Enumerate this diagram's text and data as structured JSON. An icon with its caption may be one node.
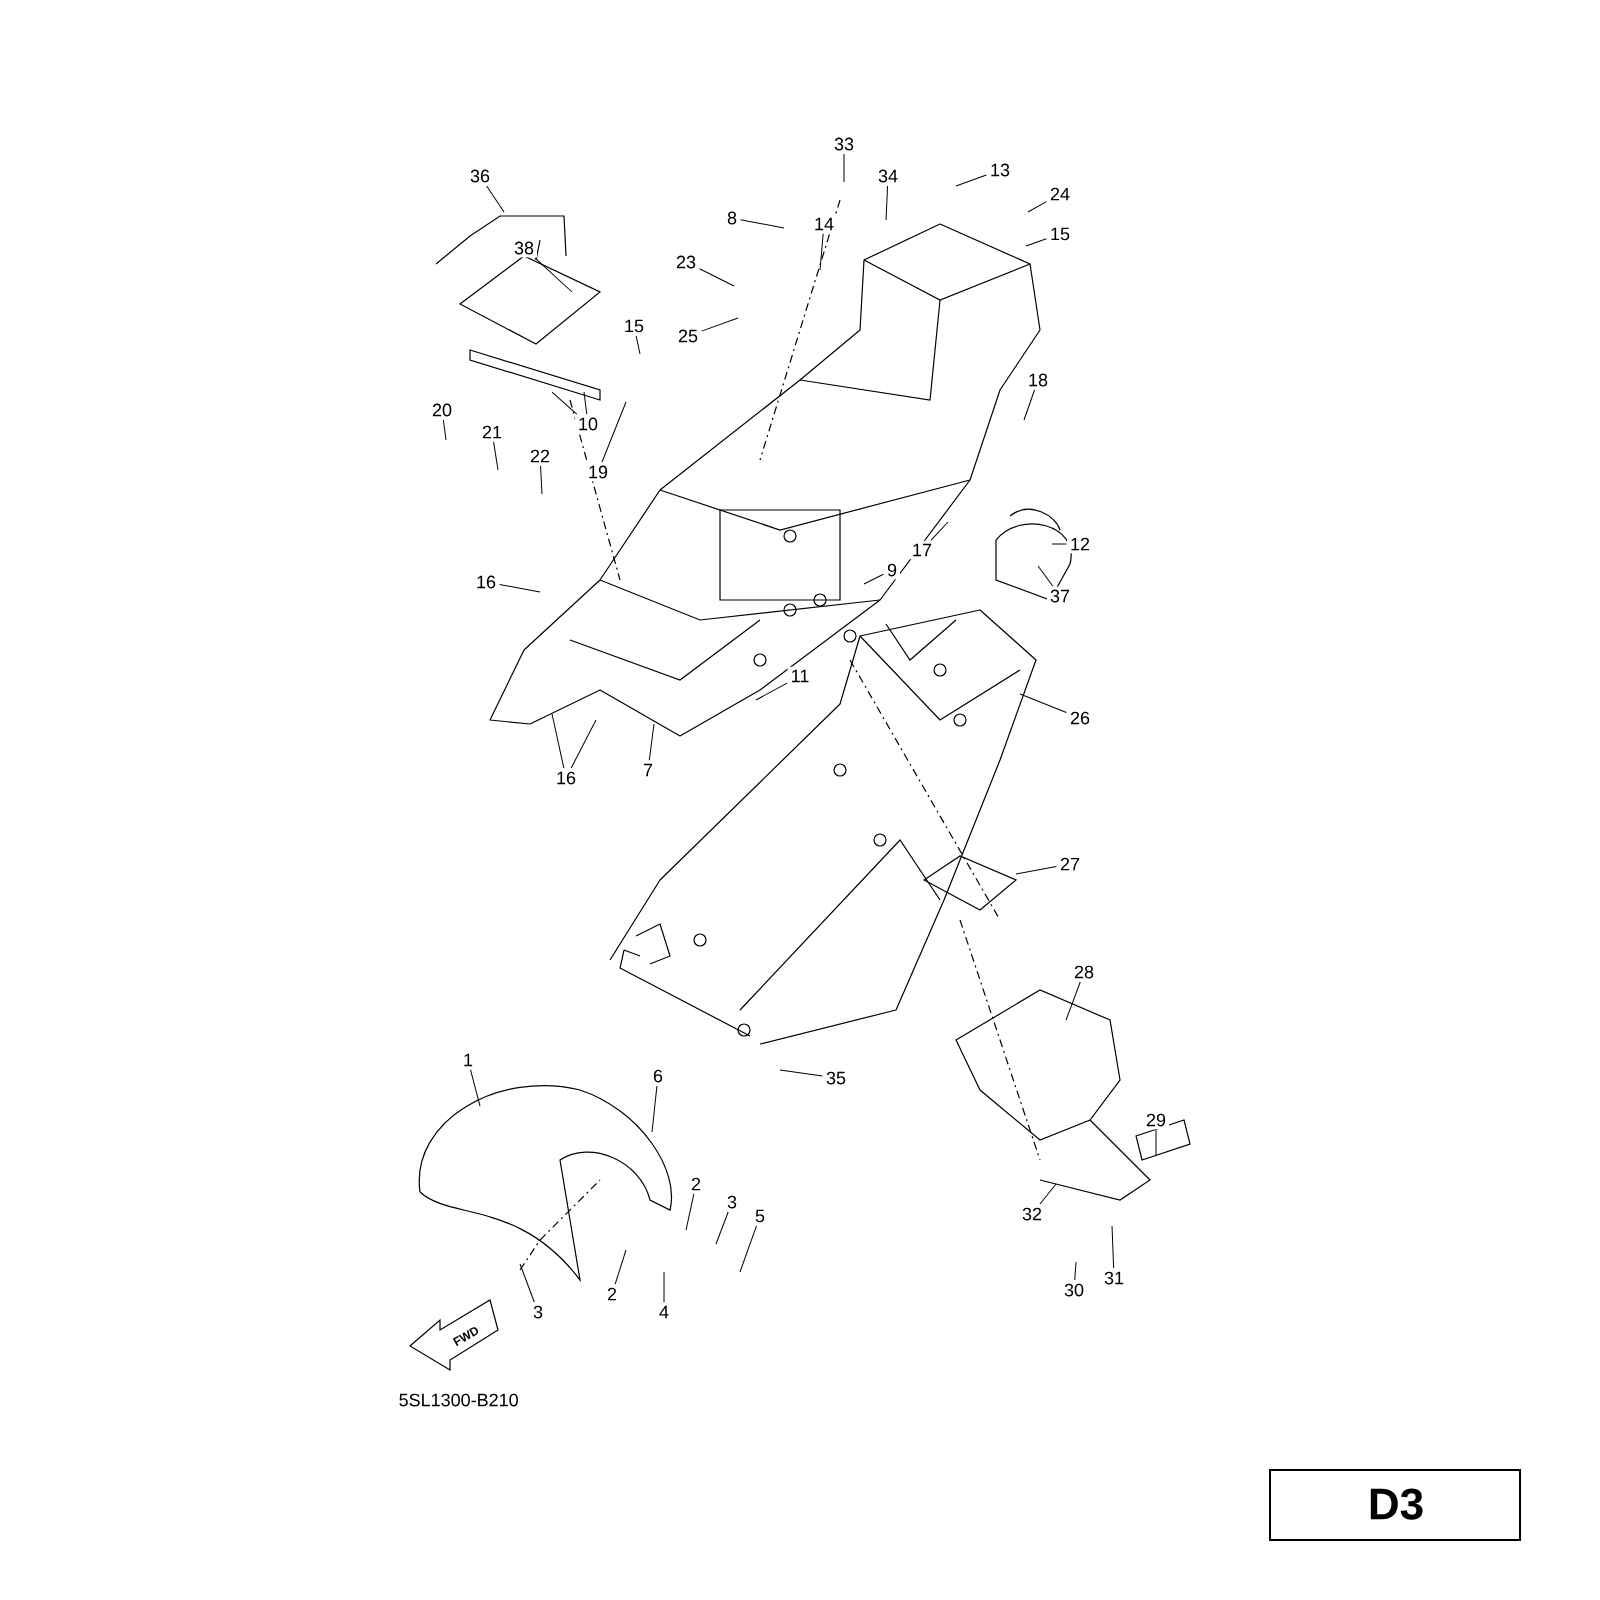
{
  "diagram": {
    "nodes": [
      {
        "text": [
          "33"
        ]
      },
      {
        "text": [
          "13"
        ]
      },
      {
        "text": [
          "36"
        ]
      },
      {
        "text": [
          "34"
        ]
      },
      {
        "text": [
          "24"
        ]
      },
      {
        "text": [
          "8"
        ]
      },
      {
        "text": [
          "14"
        ]
      },
      {
        "text": [
          "15"
        ]
      },
      {
        "text": [
          "38"
        ]
      },
      {
        "text": [
          "23"
        ]
      },
      {
        "text": [
          "15"
        ]
      },
      {
        "text": [
          "25"
        ]
      },
      {
        "text": [
          "18"
        ]
      },
      {
        "text": [
          "20"
        ]
      },
      {
        "text": [
          "10"
        ]
      },
      {
        "text": [
          "21"
        ]
      },
      {
        "text": [
          "22"
        ]
      },
      {
        "text": [
          "19"
        ]
      },
      {
        "text": [
          "12"
        ]
      },
      {
        "text": [
          "17"
        ]
      },
      {
        "text": [
          "9"
        ]
      },
      {
        "text": [
          "16"
        ]
      },
      {
        "text": [
          "37"
        ]
      },
      {
        "text": [
          "11"
        ]
      },
      {
        "text": [
          "26"
        ]
      },
      {
        "text": [
          "7"
        ]
      },
      {
        "text": [
          "16"
        ]
      },
      {
        "text": [
          "27"
        ]
      },
      {
        "text": [
          "28"
        ]
      },
      {
        "text": [
          "1"
        ]
      },
      {
        "text": [
          "6"
        ]
      },
      {
        "text": [
          "35"
        ]
      },
      {
        "text": [
          "29"
        ]
      },
      {
        "text": [
          "2"
        ]
      },
      {
        "text": [
          "3"
        ]
      },
      {
        "text": [
          "32"
        ]
      },
      {
        "text": [
          "5"
        ]
      },
      {
        "text": [
          "31"
        ]
      },
      {
        "text": [
          "30"
        ]
      },
      {
        "text": [
          "2"
        ]
      },
      {
        "text": [
          "4"
        ]
      },
      {
        "text": [
          "3"
        ]
      }
    ],
    "edges": [
      {
        "from": 0,
        "to": null,
        "arrow": "none"
      },
      {
        "from": 1,
        "to": null,
        "arrow": "none"
      },
      {
        "from": 2,
        "to": null,
        "arrow": "none"
      },
      {
        "from": 3,
        "to": null,
        "arrow": "none"
      },
      {
        "from": 4,
        "to": null,
        "arrow": "none"
      },
      {
        "from": 5,
        "to": null,
        "arrow": "none"
      },
      {
        "from": 6,
        "to": null,
        "arrow": "none"
      },
      {
        "from": 7,
        "to": null,
        "arrow": "none"
      },
      {
        "from": 8,
        "to": null,
        "arrow": "none"
      },
      {
        "from": 9,
        "to": null,
        "arrow": "none"
      },
      {
        "from": 10,
        "to": null,
        "arrow": "none"
      },
      {
        "from": 11,
        "to": null,
        "arrow": "none"
      },
      {
        "from": 12,
        "to": null,
        "arrow": "none"
      },
      {
        "from": 13,
        "to": null,
        "arrow": "none"
      },
      {
        "from": 14,
        "to": null,
        "arrow": "none"
      },
      {
        "from": 14,
        "to": null,
        "arrow": "none"
      },
      {
        "from": 15,
        "to": null,
        "arrow": "none"
      },
      {
        "from": 16,
        "to": null,
        "arrow": "none"
      },
      {
        "from": 17,
        "to": null,
        "arrow": "none"
      },
      {
        "from": 18,
        "to": null,
        "arrow": "none"
      },
      {
        "from": 19,
        "to": null,
        "arrow": "none"
      },
      {
        "from": 20,
        "to": null,
        "arrow": "none"
      },
      {
        "from": 21,
        "to": null,
        "arrow": "none"
      },
      {
        "from": 22,
        "to": null,
        "arrow": "none"
      },
      {
        "from": 23,
        "to": null,
        "arrow": "none"
      },
      {
        "from": 24,
        "to": null,
        "arrow": "none"
      },
      {
        "from": 25,
        "to": null,
        "arrow": "none"
      },
      {
        "from": 26,
        "to": null,
        "arrow": "none"
      },
      {
        "from": 26,
        "to": null,
        "arrow": "none"
      },
      {
        "from": 27,
        "to": null,
        "arrow": "none"
      },
      {
        "from": 28,
        "to": null,
        "arrow": "none"
      },
      {
        "from": 29,
        "to": null,
        "arrow": "none"
      },
      {
        "from": 30,
        "to": null,
        "arrow": "none"
      },
      {
        "from": 31,
        "to": null,
        "arrow": "none"
      },
      {
        "from": 32,
        "to": null,
        "arrow": "none"
      },
      {
        "from": 33,
        "to": null,
        "arrow": "none"
      },
      {
        "from": 34,
        "to": null,
        "arrow": "none"
      },
      {
        "from": 35,
        "to": null,
        "arrow": "none"
      },
      {
        "from": 36,
        "to": null,
        "arrow": "none"
      },
      {
        "from": 37,
        "to": null,
        "arrow": "none"
      },
      {
        "from": 38,
        "to": null,
        "arrow": "none"
      },
      {
        "from": 39,
        "to": null,
        "arrow": "none"
      },
      {
        "from": 40,
        "to": null,
        "arrow": "none"
      },
      {
        "from": 41,
        "to": null,
        "arrow": "none"
      }
    ],
    "labels": [
      "FWD",
      "5SL1300-B210",
      "D3"
    ]
  }
}
